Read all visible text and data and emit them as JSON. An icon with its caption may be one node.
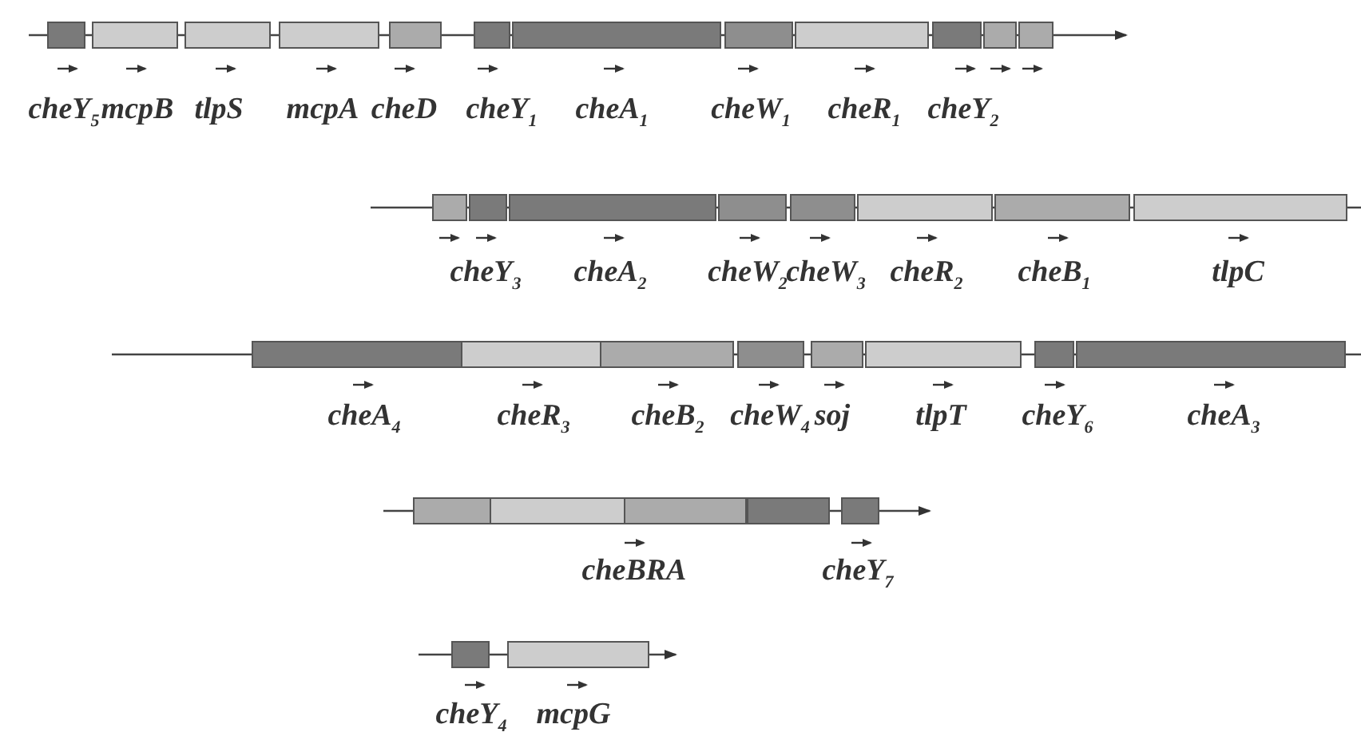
{
  "diagram": {
    "labels": [
      "cheY$_{5}$",
      "mcpB",
      "tlpS",
      "mcpA",
      "cheD",
      "cheY$_{1}$",
      "cheA$_{1}$",
      "cheW$_{1}$",
      "cheR$_{1}$",
      "cheY$_{2}$",
      "cheY$_{3}$",
      "cheA$_{2}$",
      "cheW$_{2}$",
      "cheW$_{3}$",
      "cheR$_{2}$",
      "cheB$_{1}$",
      "tlpC",
      "cheA$_{4}$",
      "cheR$_{3}$",
      "cheB$_{2}$",
      "cheW$_{4}$",
      "soj",
      "tlpT",
      "cheY$_{6}$",
      "cheA$_{3}$",
      "cheBRA",
      "cheY$_{7}$",
      "cheY$_{4}$",
      "mcpG"
    ]
  }
}
